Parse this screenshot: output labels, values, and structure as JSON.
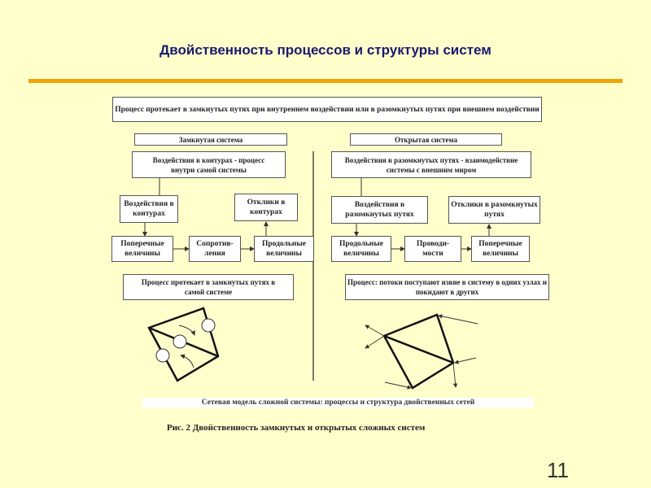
{
  "title": "Двойственность процессов и структуры систем",
  "top_box": "Процесс протекает в замкнутых путях при внутреннем воздействии или в разомкнутых путях при внешнем воздействии",
  "closed": {
    "header": "Замкнутая система",
    "desc": "Воздействия в контурах - процесс внутри самой системы",
    "input": "Воздействия в контурах",
    "output": "Отклики в контурах",
    "row": [
      "Поперечные величины",
      "Сопротив-ления",
      "Продольные величины"
    ],
    "process": "Процесс протекает в замкнутых путях в самой системе"
  },
  "open": {
    "header": "Открытая система",
    "desc": "Воздействия в разомкнутых путях - взаимодействие системы с внешним миром",
    "input": "Воздействия в разомкнутых путях",
    "output": "Отклики в разомкнутых путях",
    "row": [
      "Продольные величины",
      "Проводи-мости",
      "Поперечные величины"
    ],
    "process": "Процесс: потоки поступают извне в систему в одних узлах и покидают в других"
  },
  "strip": "Сетевая модель сложной системы: процессы и структура двойственных сетей",
  "caption": "Рис. 2 Двойственность замкнутых и открытых сложных систем",
  "page_number": "11"
}
